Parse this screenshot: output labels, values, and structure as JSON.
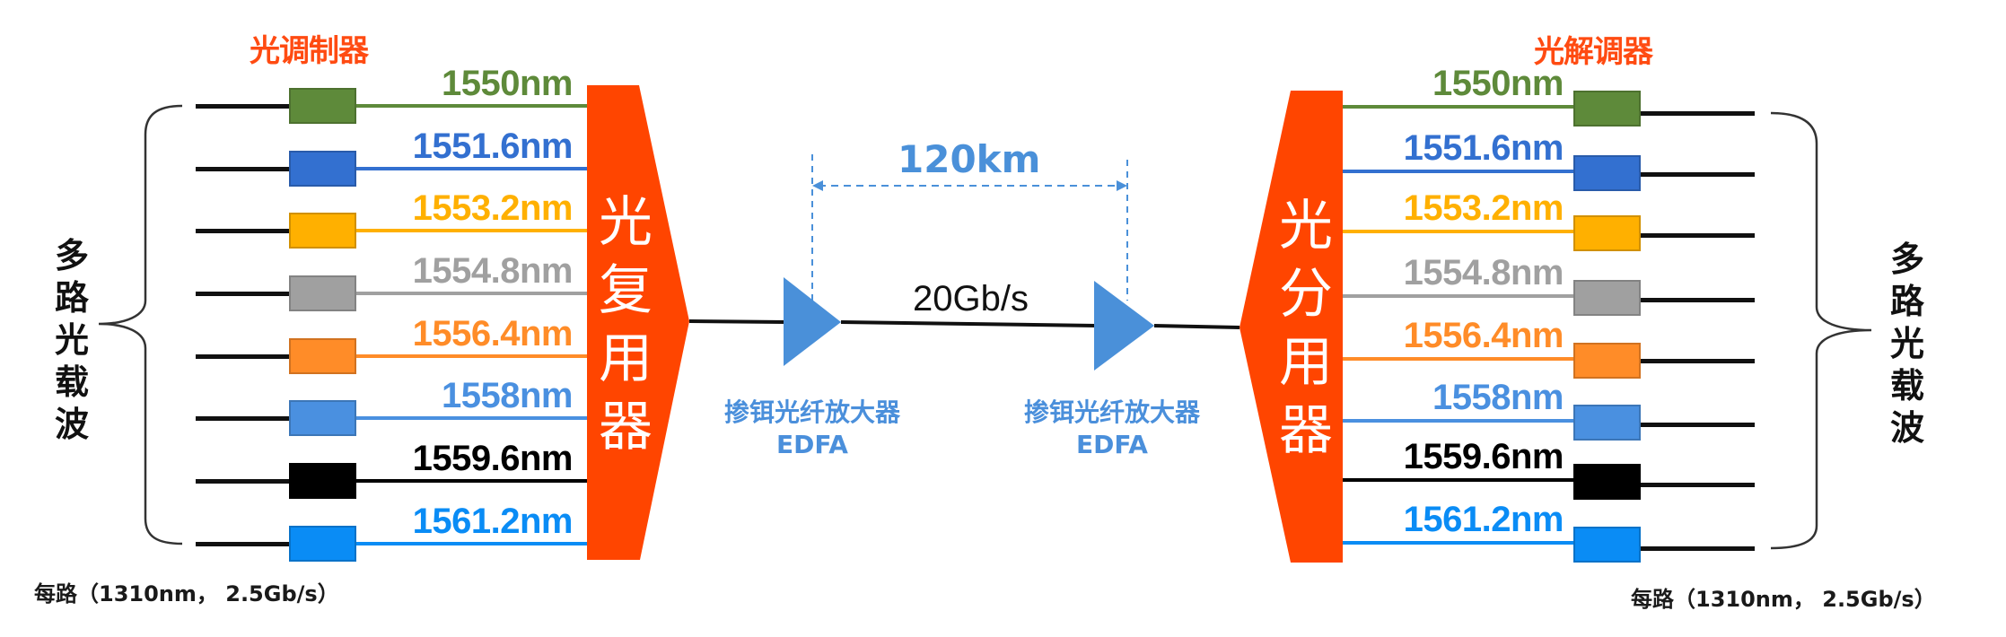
{
  "diagram": {
    "title": "WDM optical transmission system",
    "modulator_label": "光调制器",
    "demodulator_label": "光解调器",
    "multiplexer_label": [
      "光",
      "复",
      "用",
      "器"
    ],
    "demultiplexer_label": [
      "光",
      "分",
      "用",
      "器"
    ],
    "left_carrier_label": [
      "多",
      "路",
      "光",
      "载",
      "波"
    ],
    "right_carrier_label": [
      "多",
      "路",
      "光",
      "载",
      "波"
    ],
    "left_footer": "每路（1310nm， 2.5Gb/s）",
    "right_footer": "每路（1310nm， 2.5Gb/s）",
    "span_distance": "120km",
    "link_rate": "20Gb/s",
    "amplifiers": [
      {
        "name": "掺铒光纤放大器",
        "abbr": "EDFA"
      },
      {
        "name": "掺铒光纤放大器",
        "abbr": "EDFA"
      }
    ],
    "channels": [
      {
        "wavelength": "1550nm",
        "color": "#5e8a3a"
      },
      {
        "wavelength": "1551.6nm",
        "color": "#3370d0"
      },
      {
        "wavelength": "1553.2nm",
        "color": "#ffb000"
      },
      {
        "wavelength": "1554.8nm",
        "color": "#a0a0a0"
      },
      {
        "wavelength": "1556.4nm",
        "color": "#ff8c28"
      },
      {
        "wavelength": "1558nm",
        "color": "#4a90e0"
      },
      {
        "wavelength": "1559.6nm",
        "color": "#000000"
      },
      {
        "wavelength": "1561.2nm",
        "color": "#0a8cf5"
      }
    ],
    "colors": {
      "mux": "#ff4500",
      "edfa": "#4a90d9",
      "accent_label": "#ff4b12",
      "dimension": "#4a90d9"
    }
  }
}
